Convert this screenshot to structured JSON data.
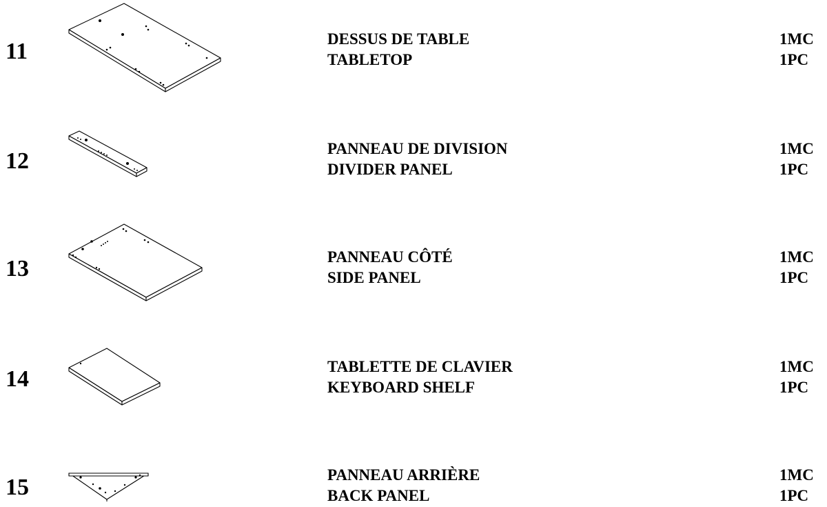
{
  "parts": [
    {
      "number": "11",
      "name_fr": "DESSUS DE TABLE",
      "name_en": "TABLETOP",
      "qty_fr": "1MC",
      "qty_en": "1PC",
      "icon": "tabletop-drawing"
    },
    {
      "number": "12",
      "name_fr": "PANNEAU DE DIVISION",
      "name_en": "DIVIDER PANEL",
      "qty_fr": "1MC",
      "qty_en": "1PC",
      "icon": "divider-panel-drawing"
    },
    {
      "number": "13",
      "name_fr": "PANNEAU CÔTÉ",
      "name_en": "SIDE PANEL",
      "qty_fr": "1MC",
      "qty_en": "1PC",
      "icon": "side-panel-drawing"
    },
    {
      "number": "14",
      "name_fr": "TABLETTE DE CLAVIER",
      "name_en": "KEYBOARD SHELF",
      "qty_fr": "1MC",
      "qty_en": "1PC",
      "icon": "keyboard-shelf-drawing"
    },
    {
      "number": "15",
      "name_fr": "PANNEAU ARRIÈRE",
      "name_en": "BACK PANEL",
      "qty_fr": "1MC",
      "qty_en": "1PC",
      "icon": "back-panel-drawing"
    }
  ]
}
